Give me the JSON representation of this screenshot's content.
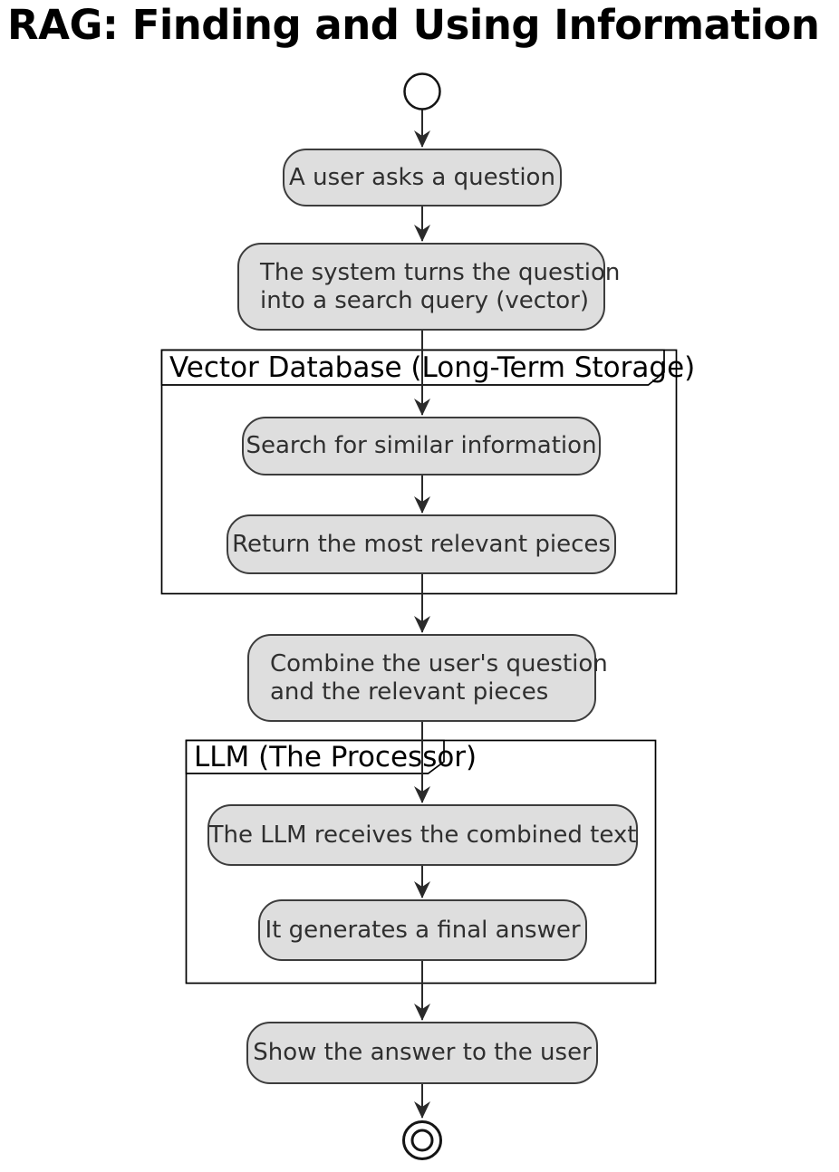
{
  "title": "RAG: Finding and Using Information",
  "colors": {
    "background": "#ffffff",
    "activity_fill": "#dedede",
    "activity_border": "#3d3d3d",
    "activity_text": "#2f2f2f",
    "partition_fill": "#ffffff",
    "partition_border": "#000000",
    "arrow": "#2a2a2a"
  },
  "partitions": {
    "vector_db": {
      "title": "Vector Database (Long-Term Storage)",
      "contains": [
        "search",
        "return_pieces"
      ]
    },
    "llm": {
      "title": "LLM (The Processor)",
      "contains": [
        "receive",
        "generate"
      ]
    }
  },
  "activities": {
    "ask": {
      "label": "A user asks a question"
    },
    "vectorize": {
      "lines": [
        "The system turns the question",
        "into a search query (vector)"
      ]
    },
    "search": {
      "label": "Search for similar information"
    },
    "return_pieces": {
      "label": "Return the most relevant pieces"
    },
    "combine": {
      "lines": [
        "Combine the user's question",
        "and the relevant pieces"
      ]
    },
    "receive": {
      "label": "The LLM receives the combined text"
    },
    "generate": {
      "label": "It generates a final answer"
    },
    "show": {
      "label": "Show the answer to the user"
    }
  },
  "sequence": [
    "start",
    "ask",
    "vectorize",
    "search",
    "return_pieces",
    "combine",
    "receive",
    "generate",
    "show",
    "end"
  ]
}
